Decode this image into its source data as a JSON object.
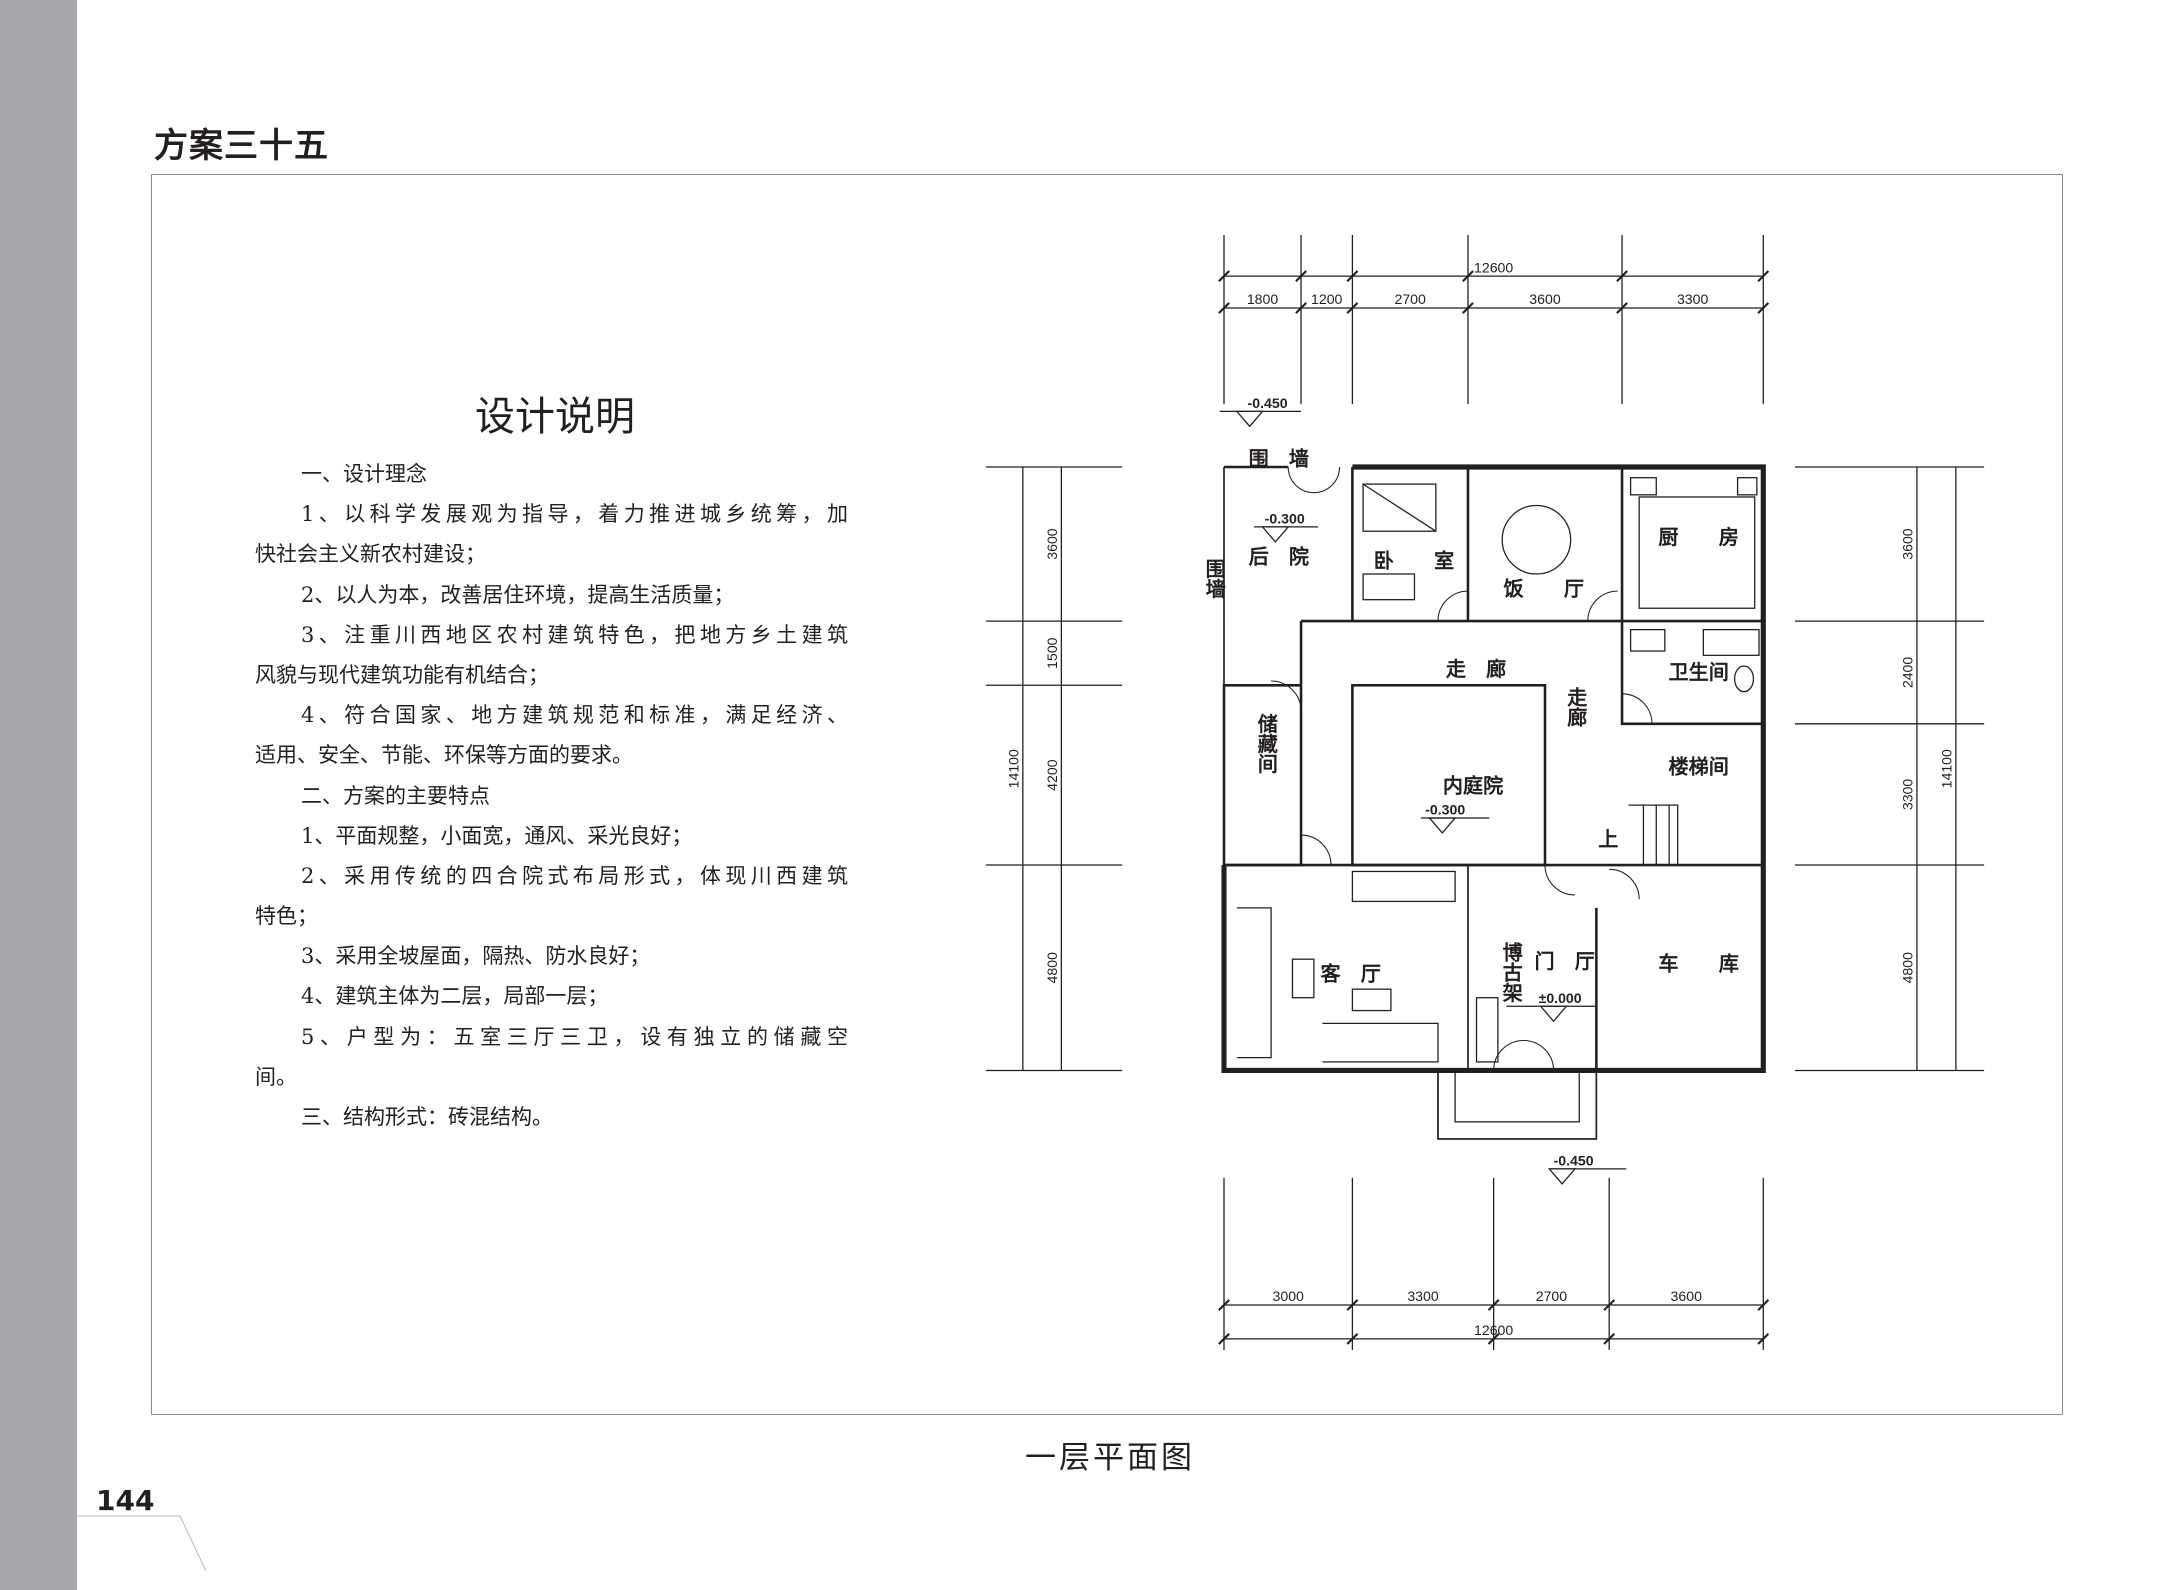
{
  "header": {
    "title": "方案三十五"
  },
  "description": {
    "heading": "设计说明",
    "lines": [
      "一、设计理念",
      "1、以科学发展观为指导，着力推进城乡统筹，加",
      "快社会主义新农村建设；",
      "2、以人为本，改善居住环境，提高生活质量；",
      "3、注重川西地区农村建筑特色，把地方乡土建筑",
      "风貌与现代建筑功能有机结合；",
      "4、符合国家、地方建筑规范和标准，满足经济、",
      "适用、安全、节能、环保等方面的要求。",
      "二、方案的主要特点",
      "1、平面规整，小面宽，通风、采光良好；",
      "2、采用传统的四合院式布局形式，体现川西建筑",
      "特色；",
      "3、采用全坡屋面，隔热、防水良好；",
      "4、建筑主体为二层，局部一层；",
      "5、户型为：五室三厅三卫，设有独立的储藏空",
      "间。",
      "三、结构形式：砖混结构。"
    ]
  },
  "plan": {
    "caption": "一层平面图",
    "rooms": {
      "wall_top": "围　墙",
      "wall_left": "围墙",
      "backyard": "后　院",
      "bedroom": "卧　　室",
      "dining": "饭　　厅",
      "kitchen": "厨　　房",
      "corridor": "走　廊",
      "corridor_v": "走廊",
      "bathroom": "卫生间",
      "storage": "储藏间",
      "courtyard": "内庭院",
      "stair": "楼梯间",
      "living": "客　厅",
      "foyer": "门　厅",
      "shelf": "博古架",
      "garage": "车　　库",
      "up": "上"
    },
    "elevations": {
      "top_left": "-0.450",
      "backyard": "-0.300",
      "courtyard": "-0.300",
      "entry": "±0.000",
      "bottom": "-0.450"
    },
    "dimensions": {
      "top_total": "12600",
      "top": [
        "1800",
        "1200",
        "2700",
        "3600",
        "3300"
      ],
      "bottom": [
        "3000",
        "3300",
        "2700",
        "3600"
      ],
      "bottom_total": "12600",
      "left": [
        "3600",
        "1500",
        "4200",
        "4800"
      ],
      "left_total": "14100",
      "right": [
        "3600",
        "2400",
        "3300",
        "4800"
      ],
      "right_total": "14100"
    }
  },
  "page_number": "144"
}
